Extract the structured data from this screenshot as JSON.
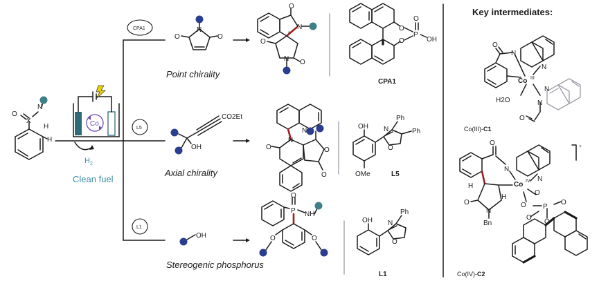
{
  "colors": {
    "teal_sub": "#3f7f86",
    "blue_sub": "#2a3d8f",
    "clean_fuel": "#3b8fa8",
    "highlight_bond": "#9c1e1e",
    "electrode": "#2f6a78"
  },
  "start": {
    "atom_o": "O",
    "atom_x": "X",
    "atom_n": "N",
    "atom_h_n": "H",
    "atom_h_c": "H"
  },
  "conditions": {
    "metal": "Co",
    "byproduct": "H",
    "byproduct_sub": "2",
    "clean_fuel": "Clean fuel"
  },
  "routes": [
    {
      "catalyst_badge": "CPA1",
      "caption": "Point chirality",
      "ligand_label": "CPA1",
      "reagent_atoms": {
        "n": "N",
        "o1": "O",
        "o2": "O"
      },
      "product_atoms": {
        "o1": "O",
        "n1": "N",
        "n2": "N",
        "o2": "O",
        "o3": "O",
        "star": "*"
      },
      "ligand_atoms": {
        "o1": "O",
        "o2": "O",
        "p": "P",
        "o3": "O",
        "oh": "OH"
      }
    },
    {
      "catalyst_badge": "L5",
      "caption": "Axial chirality",
      "ligand_label": "L5",
      "reagent_atoms": {
        "co2et": "CO2Et",
        "oh": "OH"
      },
      "product_atoms": {
        "n_q": "N",
        "o1": "O",
        "n2": "N",
        "o2": "O",
        "o3": "O"
      },
      "ligand_atoms": {
        "oh": "OH",
        "n": "N",
        "o": "O",
        "ph1": "Ph",
        "ph2": "Ph",
        "ome": "OMe"
      }
    },
    {
      "catalyst_badge": "L1",
      "caption": "Stereogenic phosphorus",
      "ligand_label": "L1",
      "reagent_atoms": {
        "oh": "OH"
      },
      "product_atoms": {
        "p": "P",
        "o": "O",
        "nh": "NH",
        "o1": "O",
        "o2": "O"
      },
      "ligand_atoms": {
        "oh": "OH",
        "n": "N",
        "o": "O",
        "ph": "Ph"
      }
    }
  ],
  "key_intermediates": {
    "title": "Key intermediates:",
    "c1": {
      "label_prefix": "Co(III)-",
      "label_bold": "C1",
      "atoms": {
        "o": "O",
        "n1": "N",
        "n2": "N",
        "co": "Co",
        "ox": "III",
        "n3": "N",
        "n4": "N",
        "h2o": "H2O",
        "o2": "O"
      }
    },
    "c2": {
      "label_prefix": "Co(IV)-",
      "label_bold": "C2",
      "charge": "+",
      "atoms": {
        "o": "O",
        "n1": "N",
        "n2": "N",
        "co": "Co",
        "ox": "IV",
        "h1": "H",
        "h2": "H",
        "o1": "O",
        "n3": "N",
        "bn": "Bn",
        "o2": "O",
        "o3": "O",
        "p": "P",
        "o4": "O",
        "o5": "O",
        "o6": "O"
      }
    }
  }
}
